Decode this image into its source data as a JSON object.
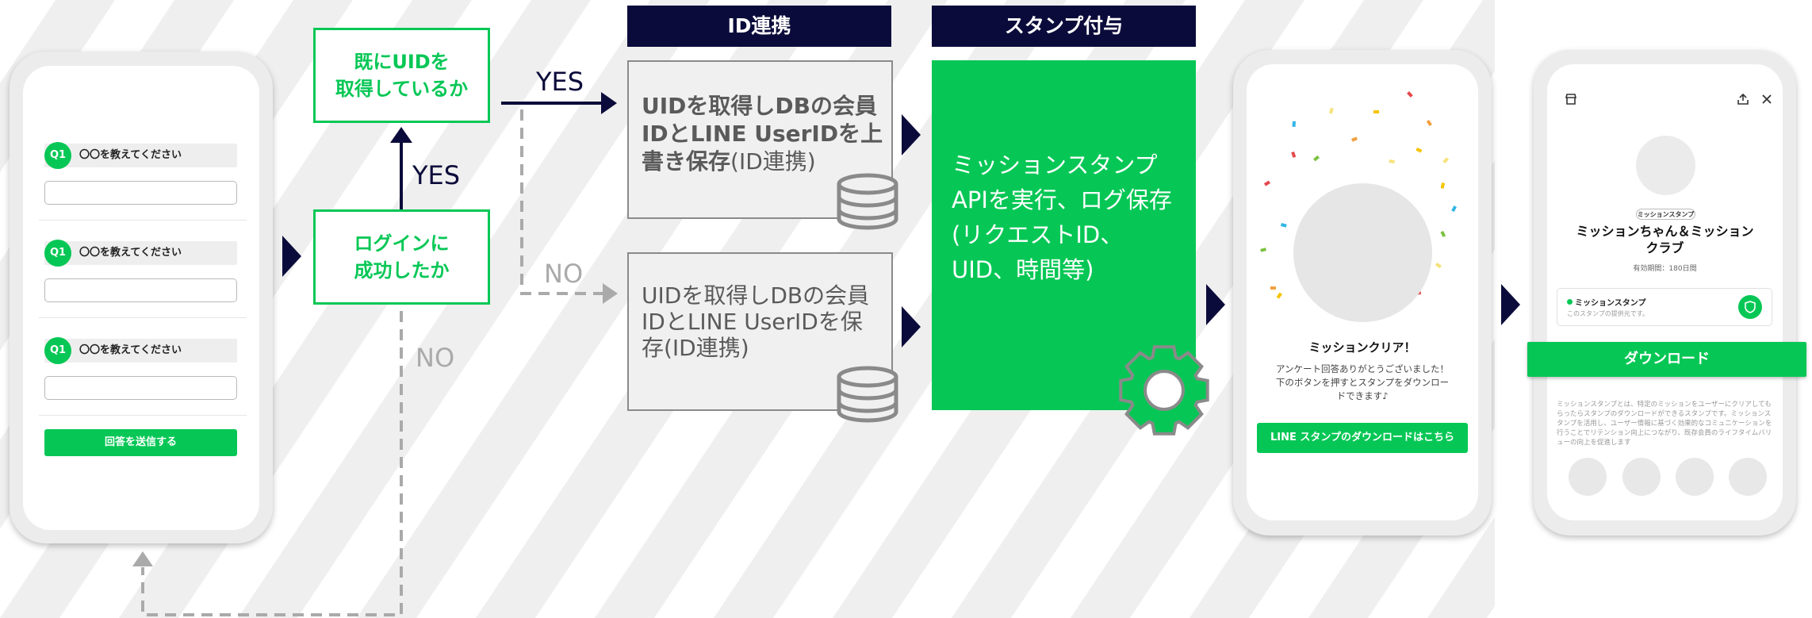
{
  "colors": {
    "green": "#06c755",
    "navy": "#0b0b3b",
    "gray": "#8a8a8a"
  },
  "survey": {
    "questions": [
      {
        "badge": "Q1",
        "text": "〇〇を教えてください"
      },
      {
        "badge": "Q1",
        "text": "〇〇を教えてください"
      },
      {
        "badge": "Q1",
        "text": "〇〇を教えてください"
      }
    ],
    "submit_label": "回答を送信する"
  },
  "flow": {
    "already_uid": "既にUIDを\n取得しているか",
    "login_success": "ログインに\n成功したか",
    "yes": "YES",
    "no": "NO",
    "id_link_header": "ID連携",
    "stamp_header": "スタンプ付与",
    "overwrite_bold": "UIDを取得しDBの会員IDとLINE UserIDを上書き保存",
    "overwrite_suffix": "(ID連携)",
    "save_text": "UIDを取得しDBの会員IDとLINE UserIDを保存(ID連携)",
    "api_text": "ミッションスタンプAPIを実行、ログ保存(リクエストID、UID、時間等)"
  },
  "mission_clear": {
    "title": "ミッションクリア！",
    "body": "アンケート回答ありがとうございました！\n下のボタンを押すとスタンプをダウンロー\nドできます♪",
    "button": "LINE スタンプのダウンロードはこちら"
  },
  "stamp_page": {
    "badge": "ミッションスタンプ",
    "title": "ミッションちゃん＆ミッション\nクラブ",
    "validity": "有効期間：180日間",
    "card_title": "ミッションスタンプ",
    "card_sub": "このスタンプの提供元です。",
    "download": "ダウンロード",
    "description": "ミッションスタンプとは、特定のミッションをユーザーにクリアしてもらったらスタンプのダウンロードができるスタンプです。ミッションスタンプを活用し、ユーザー情報に基づく効果的なコミュニケーションを行うことでリテンション向上につながり、既存会員のライフタイムバリューの向上を促進します"
  }
}
